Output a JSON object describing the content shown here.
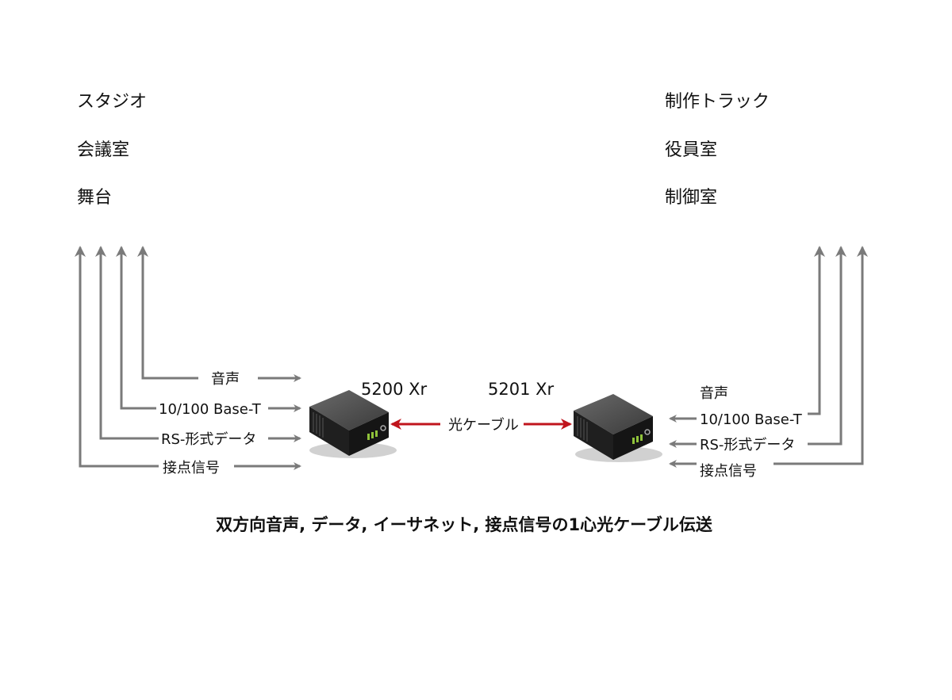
{
  "left_locations": [
    "スタジオ",
    "会議室",
    "舞台"
  ],
  "right_locations": [
    "制作トラック",
    "役員室",
    "制御室"
  ],
  "left_signals": [
    "音声",
    "10/100 Base-T",
    "RS-形式データ",
    "接点信号"
  ],
  "right_signals": [
    "音声",
    "10/100 Base-T",
    "RS-形式データ",
    "接点信号"
  ],
  "devices": [
    "5200 Xr",
    "5201 Xr"
  ],
  "link_label": "光ケーブル",
  "caption": "双方向音声, データ, イーサネット, 接点信号の1心光ケーブル伝送",
  "colors": {
    "signal_line": "#7a7a7a",
    "fiber_arrow": "#c0141c",
    "device_body": "#2a2a2a",
    "led": "#8fc23a"
  }
}
